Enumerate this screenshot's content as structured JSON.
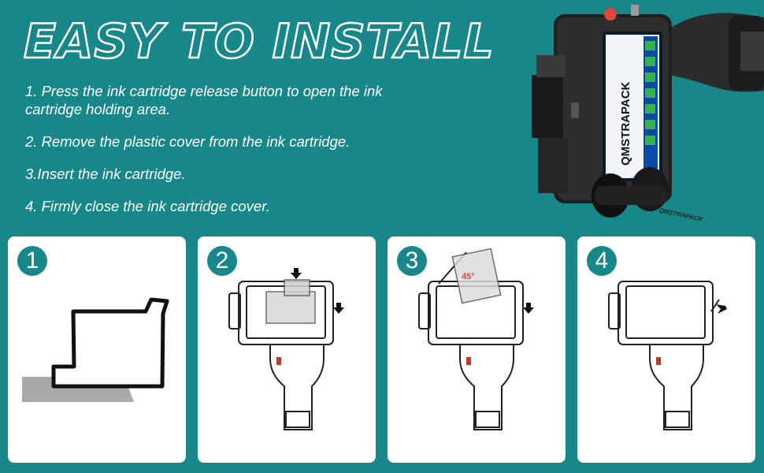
{
  "title": "EASY TO INSTALL",
  "steps": [
    "1. Press the ink cartridge release button to open the ink cartridge holding area.",
    "2. Remove the plastic cover from the ink cartridge.",
    "3.Insert the ink cartridge.",
    "4. Firmly close the ink cartridge cover."
  ],
  "product": {
    "screen_brand": "QMSTRAPACK",
    "body_brand": "QMSTRAPACK"
  },
  "panels": [
    {
      "number": "1"
    },
    {
      "number": "2"
    },
    {
      "number": "3",
      "angle_label": "45°"
    },
    {
      "number": "4"
    }
  ],
  "colors": {
    "background": "#17878a",
    "accent_red": "#e0463a",
    "cartridge_gray": "#a9a9a9"
  }
}
